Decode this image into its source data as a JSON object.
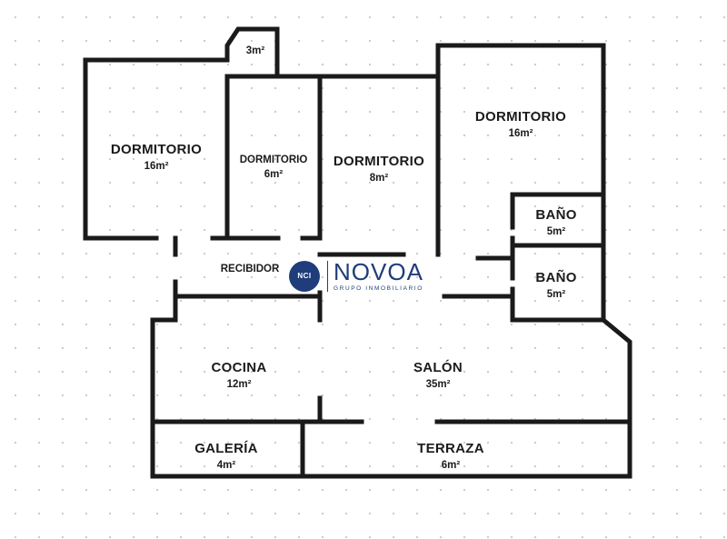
{
  "rooms": [
    {
      "id": "dormitorio-1",
      "name": "DORMITORIO",
      "area": "16m²"
    },
    {
      "id": "trastero",
      "name": "",
      "area": "3m²"
    },
    {
      "id": "dormitorio-2",
      "name": "DORMITORIO",
      "area": "6m²"
    },
    {
      "id": "dormitorio-3",
      "name": "DORMITORIO",
      "area": "8m²"
    },
    {
      "id": "dormitorio-4",
      "name": "DORMITORIO",
      "area": "16m²"
    },
    {
      "id": "bano-1",
      "name": "BAÑO",
      "area": "5m²"
    },
    {
      "id": "bano-2",
      "name": "BAÑO",
      "area": "5m²"
    },
    {
      "id": "recibidor",
      "name": "RECIBIDOR",
      "area": ""
    },
    {
      "id": "cocina",
      "name": "COCINA",
      "area": "12m²"
    },
    {
      "id": "salon",
      "name": "SALÓN",
      "area": "35m²"
    },
    {
      "id": "galeria",
      "name": "GALERÍA",
      "area": "4m²"
    },
    {
      "id": "terraza",
      "name": "TERRAZA",
      "area": "6m²"
    }
  ],
  "logo": {
    "mark": "NCI",
    "name": "NOVOA",
    "subtitle": "GRUPO INMOBILIARIO",
    "color": "#1f3d7a"
  },
  "colors": {
    "wall": "#1a1a1a",
    "background": "#ffffff",
    "grid_dot": "#c9c9c9"
  }
}
